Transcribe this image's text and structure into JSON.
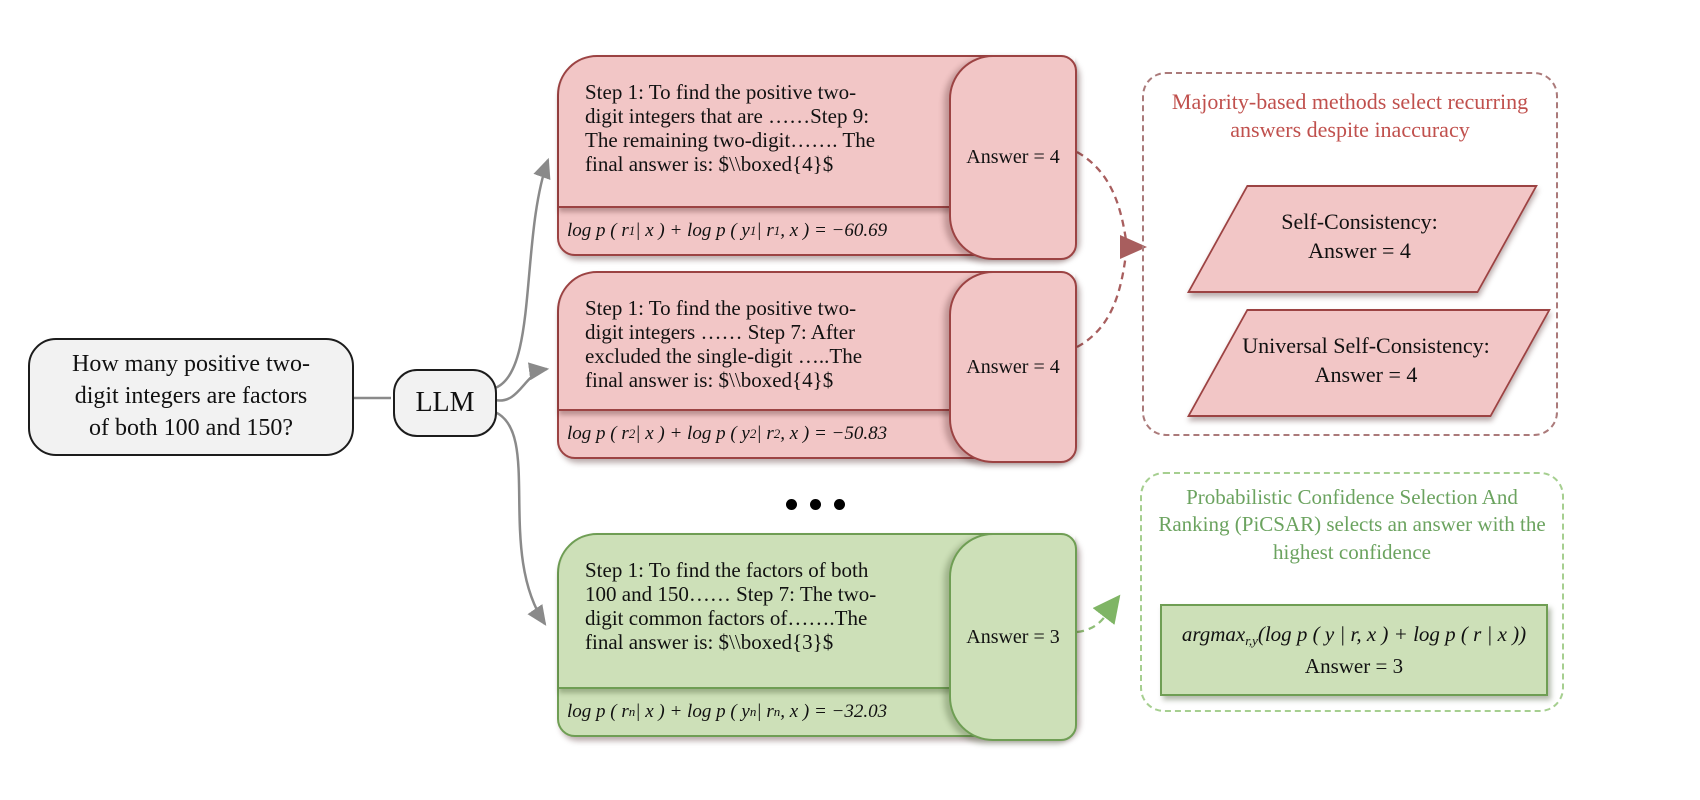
{
  "question": {
    "lines": [
      "How many positive two-",
      "digit integers are factors",
      "of both 100 and 150?"
    ]
  },
  "llm": {
    "label": "LLM"
  },
  "samples": [
    {
      "lines": [
        "Step 1:  To find the positive two-",
        "digit integers that are ……Step 9:",
        "The remaining two-digit……. The",
        "final answer is: $\\\\boxed{4}$"
      ],
      "formula": {
        "p1": "log p ( r",
        "s1": "1",
        "p2": " | x ) + log p ( y",
        "s2": "1",
        "p3": " | r",
        "s3": "1",
        "p4": ", x ) = −60.69"
      },
      "answer": "Answer = 4"
    },
    {
      "lines": [
        "Step 1: To find the positive two-",
        "digit integers …… Step 7: After",
        "excluded the single-digit …..The",
        "final answer is: $\\\\boxed{4}$"
      ],
      "formula": {
        "p1": "log p ( r",
        "s1": "2",
        "p2": " | x ) + log p ( y",
        "s2": "2",
        "p3": " | r",
        "s3": "2",
        "p4": ", x ) = −50.83"
      },
      "answer": "Answer = 4"
    },
    {
      "lines": [
        "Step 1: To find the factors of both",
        "100 and 150…… Step 7: The two-",
        "digit common factors of…….The",
        "final answer is: $\\\\boxed{3}$"
      ],
      "formula": {
        "p1": "log p ( r",
        "s1": "n",
        "p2": " | x ) + log p ( y",
        "s2": "n",
        "p3": " | r",
        "s3": "n",
        "p4": ", x ) = −32.03"
      },
      "answer": "Answer = 3"
    }
  ],
  "majority_box": {
    "title_lines": [
      "Majority-based methods select recurring",
      "answers despite inaccuracy"
    ],
    "items": [
      {
        "lines": [
          "Self-Consistency:",
          "Answer = 4"
        ]
      },
      {
        "lines": [
          "Universal Self-Consistency:",
          "Answer = 4"
        ]
      }
    ]
  },
  "picsar_box": {
    "title_lines": [
      "Probabilistic Confidence Selection And",
      "Ranking (PiCSAR) selects an answer with the",
      "highest confidence"
    ],
    "formula": {
      "fn": "argmax",
      "sub": "r,y",
      "body": "(log p ( y | r, x ) + log p ( r | x ))"
    },
    "answer": "Answer = 3"
  },
  "colors": {
    "pink_fill": "#f2c6c6",
    "pink_border": "#9c4343",
    "green_fill": "#cde0b8",
    "green_border": "#6f9e54",
    "red_title": "#c0504d",
    "green_title": "#6ba35f",
    "red_dash": "#ab7a7a",
    "green_dash": "#a6cf90",
    "gray_arrow": "#8a8a8a"
  }
}
